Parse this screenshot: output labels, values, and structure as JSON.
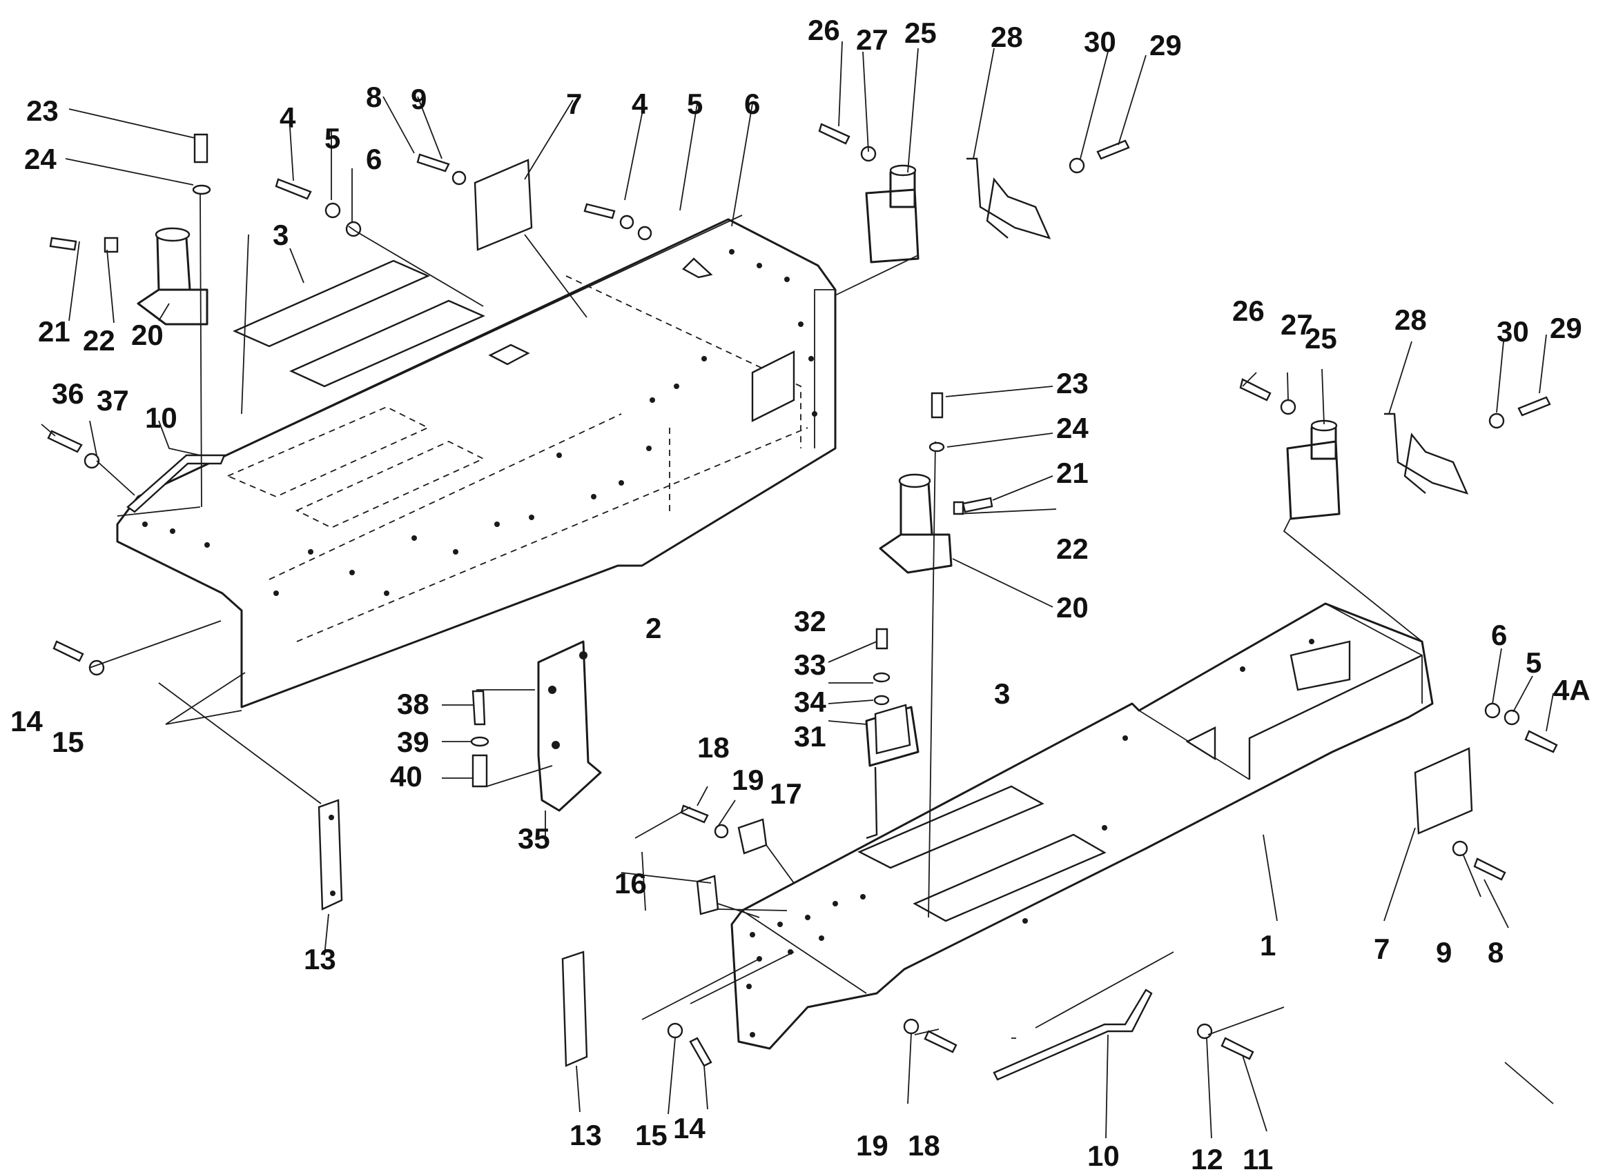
{
  "callouts": {
    "c1": "1",
    "c2": "2",
    "c3a": "3",
    "c3b": "3",
    "c4a": "4",
    "c4b": "4",
    "c4A": "4A",
    "c5a": "5",
    "c5b": "5",
    "c5c": "5",
    "c6a": "6",
    "c6b": "6",
    "c6c": "6",
    "c7a": "7",
    "c7b": "7",
    "c8a": "8",
    "c8b": "8",
    "c9a": "9",
    "c9b": "9",
    "c10a": "10",
    "c10b": "10",
    "c11": "11",
    "c12": "12",
    "c13a": "13",
    "c13b": "13",
    "c14a": "14",
    "c14b": "14",
    "c15a": "15",
    "c15b": "15",
    "c16": "16",
    "c17": "17",
    "c18a": "18",
    "c18b": "18",
    "c19a": "19",
    "c19b": "19",
    "c20a": "20",
    "c20b": "20",
    "c21a": "21",
    "c21b": "21",
    "c22a": "22",
    "c22b": "22",
    "c23a": "23",
    "c23b": "23",
    "c24a": "24",
    "c24b": "24",
    "c25a": "25",
    "c25b": "25",
    "c26a": "26",
    "c26b": "26",
    "c27a": "27",
    "c27b": "27",
    "c28a": "28",
    "c28b": "28",
    "c29a": "29",
    "c29b": "29",
    "c30a": "30",
    "c30b": "30",
    "c31": "31",
    "c32": "32",
    "c33": "33",
    "c34": "34",
    "c35": "35",
    "c36": "36",
    "c37": "37",
    "c38": "38",
    "c39": "39",
    "c40": "40"
  }
}
